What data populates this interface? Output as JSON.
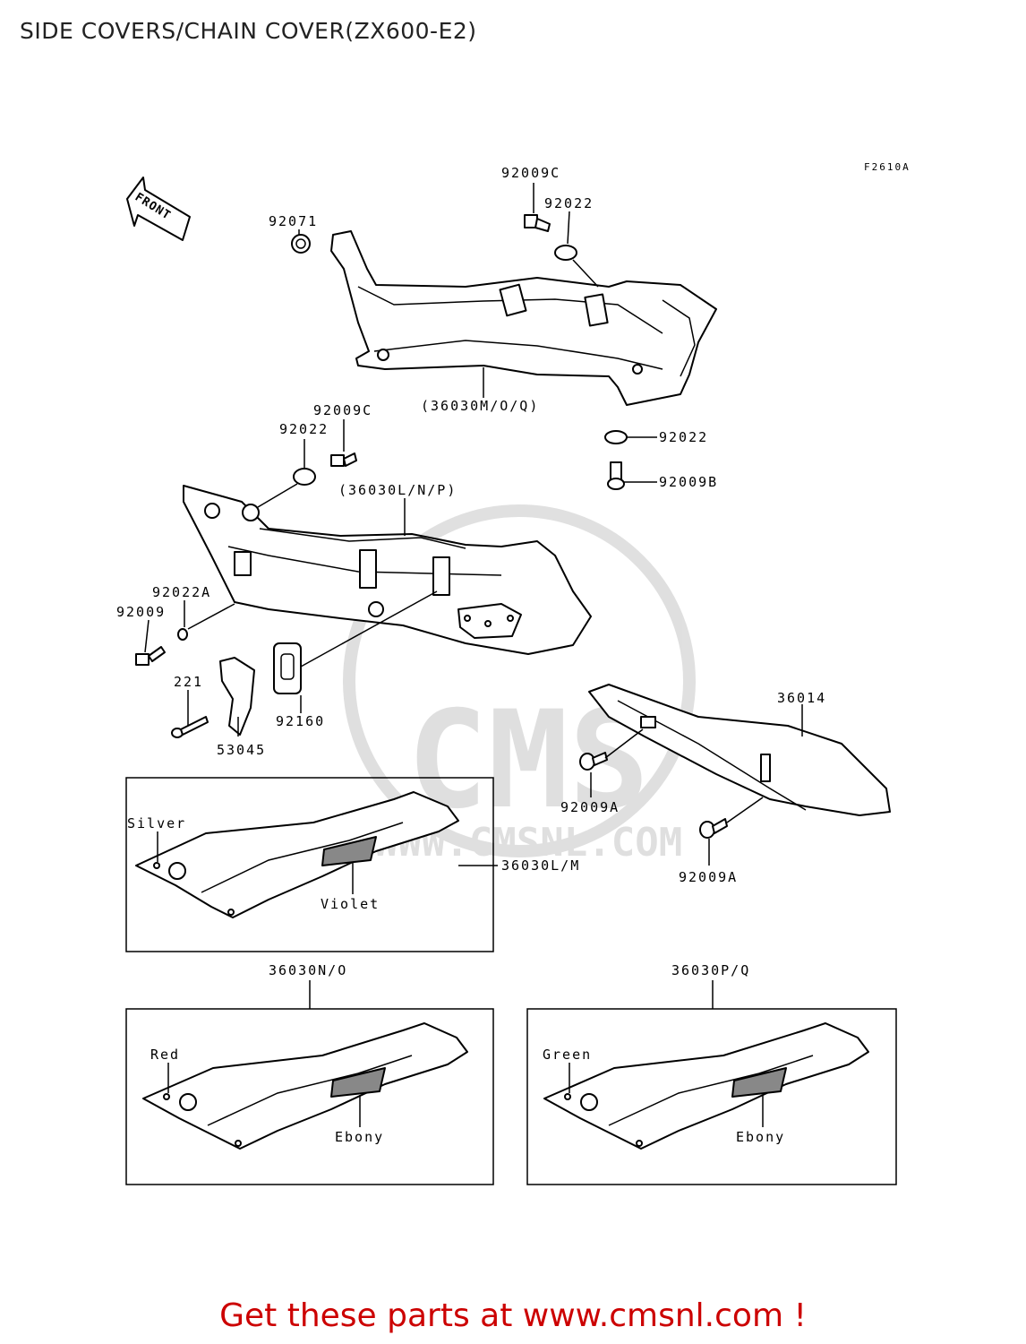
{
  "page": {
    "title": "SIDE COVERS/CHAIN COVER(ZX600-E2)",
    "footer": "Get these parts at www.cmsnl.com !",
    "accent_color": "#cc0000"
  },
  "diagram": {
    "figure_code": "F2610A",
    "front_label": "FRONT",
    "watermark": "WWW.CMSNL.COM",
    "labels": {
      "p92009c_top": "92009C",
      "p92022_top": "92022",
      "p92071": "92071",
      "p36030mq": "(36030M/O/Q)",
      "p92022_right": "92022",
      "p92009b": "92009B",
      "p92009c_mid": "92009C",
      "p92022_mid": "92022",
      "p36030lp": "(36030L/N/P)",
      "p92022a": "92022A",
      "p92009": "92009",
      "p221": "221",
      "p92160": "92160",
      "p53045": "53045",
      "p36014": "36014",
      "p92009a_1": "92009A",
      "p92009a_2": "92009A",
      "p36030lm": "36030L/M",
      "p36030no": "36030N/O",
      "p36030pq": "36030P/Q"
    },
    "color_labels": {
      "silver": "Silver",
      "violet": "Violet",
      "red": "Red",
      "ebony_1": "Ebony",
      "green": "Green",
      "ebony_2": "Ebony"
    }
  }
}
